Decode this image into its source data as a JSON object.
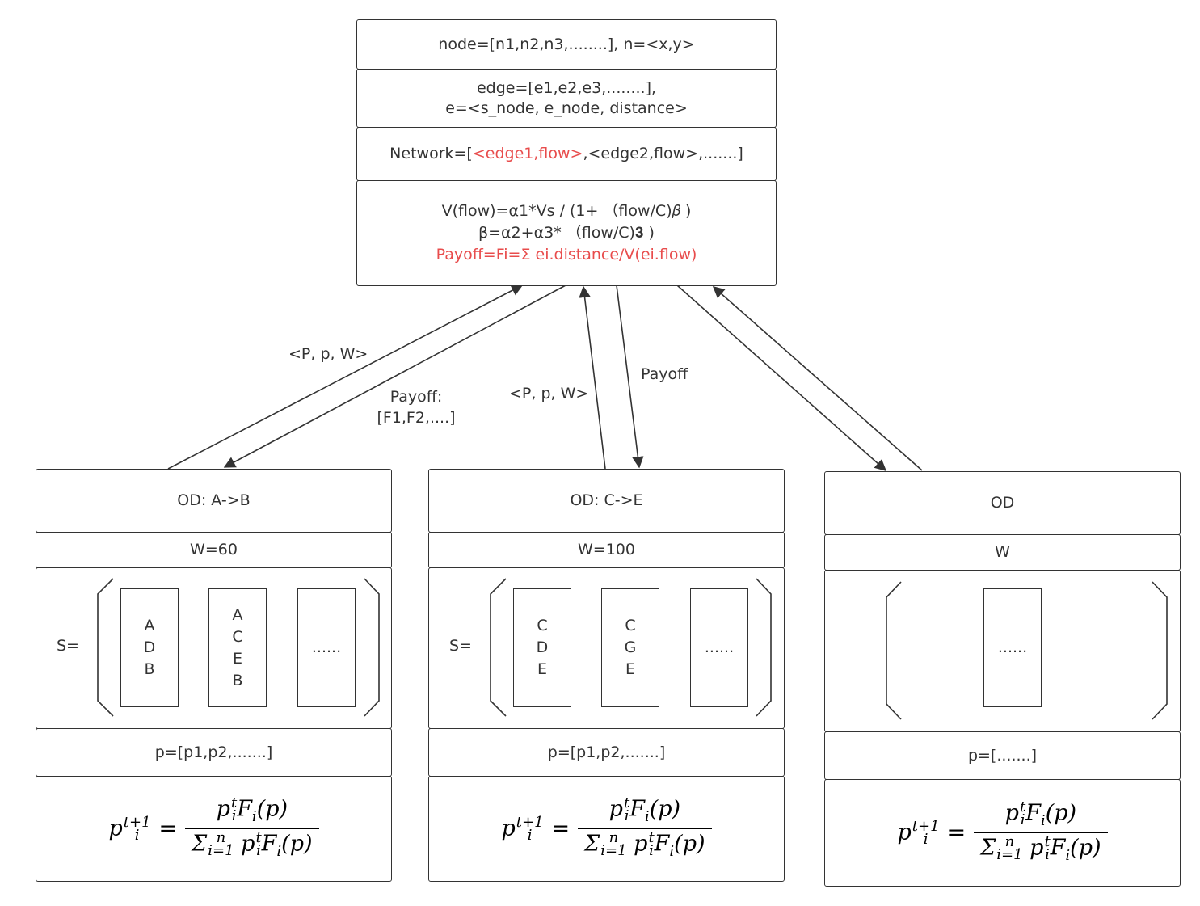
{
  "network_box": {
    "node_line": "node=[n1,n2,n3,........], n=<x,y>",
    "edge_line1": "edge=[e1,e2,e3,........],",
    "edge_line2": "e=<s_node, e_node, distance>",
    "network_prefix": "Network=[",
    "network_highlight": "<edge1,flow>",
    "network_suffix": ",<edge2,flow>,.......]",
    "v_line": "V(flow)=α1*Vs / (1+ （flow/C)𝛽 )",
    "beta_line": "β=α2+α3* （flow/C)𝟑 )",
    "payoff_line": "Payoff=Fi=Σ ei.distance/V(ei.flow)"
  },
  "edge_labels": {
    "left_up": "<P, p, W>",
    "left_down_1": "Payoff:",
    "left_down_2": "[F1,F2,....]",
    "mid_up": "<P, p, W>",
    "mid_down": "Payoff"
  },
  "od_boxes": [
    {
      "od": "OD: A->B",
      "w": "W=60",
      "s_label": "S=",
      "routes": [
        [
          "A",
          "D",
          "B"
        ],
        [
          "A",
          "C",
          "E",
          "B"
        ],
        [
          "......"
        ]
      ],
      "p": "p=[p1,p2,.......]"
    },
    {
      "od": "OD: C->E",
      "w": "W=100",
      "s_label": "S=",
      "routes": [
        [
          "C",
          "D",
          "E"
        ],
        [
          "C",
          "G",
          "E"
        ],
        [
          "......"
        ]
      ],
      "p": "p=[p1,p2,.......]"
    },
    {
      "od": "OD",
      "w": "W",
      "s_label": "",
      "routes": [
        [
          "......"
        ]
      ],
      "p": "p=[.......]"
    }
  ],
  "formula": {
    "lhs_base": "p",
    "lhs_sup": "t+1",
    "lhs_sub": "i",
    "num": "p^t_i F_i(p)",
    "den_sum": "Σ",
    "den_sup": "n",
    "den_sub": "i=1"
  }
}
